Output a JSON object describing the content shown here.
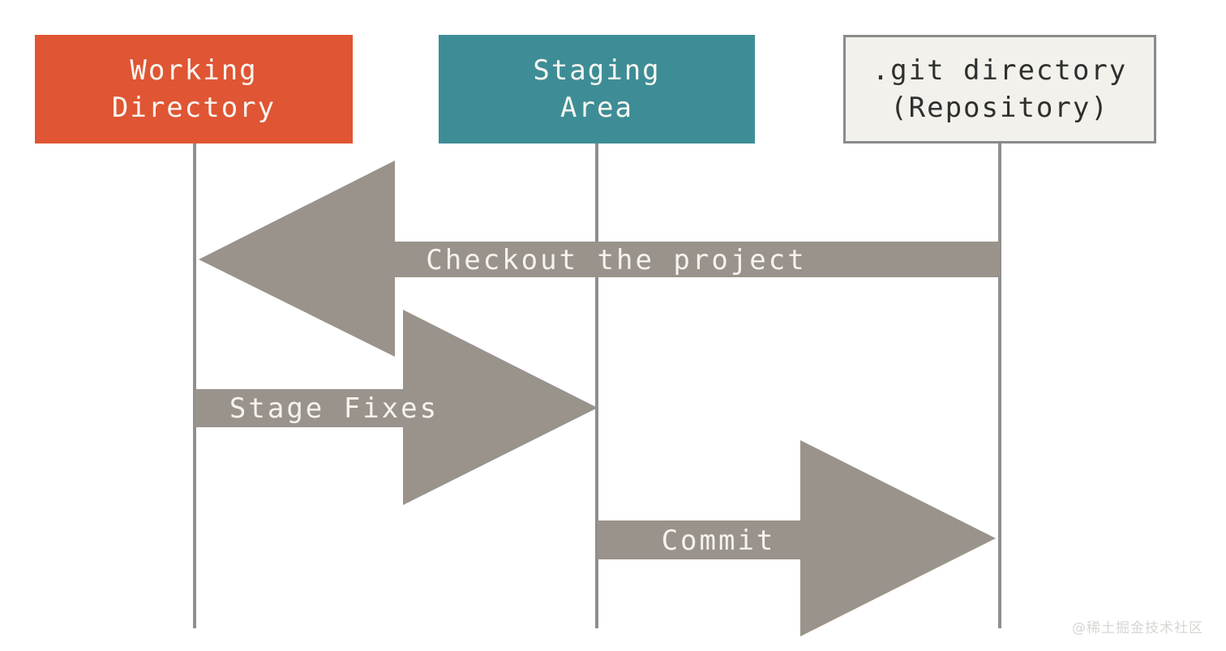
{
  "diagram": {
    "arrow_color": "#9A938B",
    "line_color": "#8F8F8F",
    "background_color": "#FFFFFF",
    "columns": [
      {
        "id": "working-directory",
        "label_lines": [
          "Working",
          "Directory"
        ],
        "fill_color": "#E05533",
        "text_color": "#F8F6F1"
      },
      {
        "id": "staging-area",
        "label_lines": [
          "Staging",
          "Area"
        ],
        "fill_color": "#3E8D96",
        "text_color": "#F8F6F1"
      },
      {
        "id": "git-directory",
        "label_lines": [
          ".git directory",
          "(Repository)"
        ],
        "fill_color": "#F2F1EB",
        "border_color": "#8A8A8A",
        "text_color": "#2F2F2F"
      }
    ],
    "arrows": [
      {
        "label": "Checkout the project",
        "from": "git-directory",
        "to": "working-directory",
        "direction": "left"
      },
      {
        "label": "Stage Fixes",
        "from": "working-directory",
        "to": "staging-area",
        "direction": "right"
      },
      {
        "label": "Commit",
        "from": "staging-area",
        "to": "git-directory",
        "direction": "right"
      }
    ],
    "watermark": "@稀土掘金技术社区"
  }
}
